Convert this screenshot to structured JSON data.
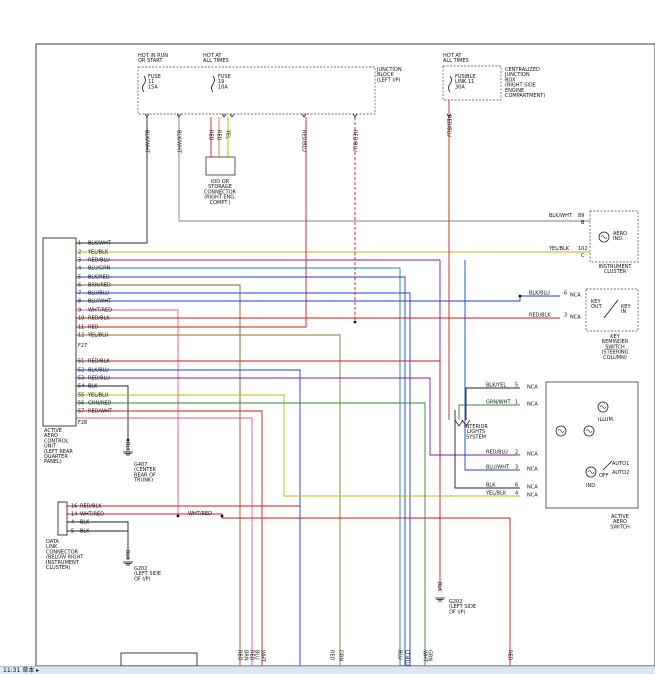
{
  "colors": {
    "black": "#222222",
    "red": "#d11a1a",
    "orange": "#e07a1a",
    "yellow": "#c9b400",
    "blue": "#1a3fd1",
    "purple": "#7a1fa8",
    "green": "#2f8a2f",
    "brown": "#8a5a2b",
    "pink": "#e05a9a",
    "teal": "#1a8a8a",
    "grey": "#808080",
    "olive": "#8a7a1a"
  },
  "top_left": {
    "hot_run_line1": "HOT IN RUN",
    "hot_run_line2": "OR START",
    "hot_at_line1": "HOT AT",
    "hot_at_line2": "ALL TIMES",
    "fuse11": [
      "FUSE",
      "11",
      "15A"
    ],
    "fuse19": [
      "FUSE",
      "19",
      "10A"
    ],
    "junction_block": [
      "JUNCTION",
      "BLOCK",
      "(LEFT I/P)"
    ]
  },
  "top_right": {
    "hot_at_line1": "HOT AT",
    "hot_at_line2": "ALL TIMES",
    "fusible_link": [
      "FUSIBLE",
      "LINK 11",
      "30A"
    ],
    "centralized_box": [
      "CENTRALIZED",
      "JUNCTION",
      "BOX",
      "(RIGHT SIDE",
      "ENGINE",
      "COMPARTMENT)"
    ]
  },
  "top_wire_labels": [
    "BLK/WHT",
    "BLK/WHT",
    "RED",
    "RED",
    "YEL",
    "RED/BLU",
    "RED/BLU",
    "RED/BLU"
  ],
  "iod_connector": [
    "IOD OR",
    "STORAGE",
    "CONNECTOR",
    "(RIGHT ENG.",
    "COMPT.)"
  ],
  "control_unit": {
    "label": [
      "ACTIVE",
      "AERO",
      "CONTROL",
      "UNIT",
      "(LEFT REAR",
      "QUARTER",
      "PANEL)"
    ],
    "conn_f27": "F27",
    "conn_f28": "F28",
    "f27_pins": [
      {
        "pin": "1",
        "wire": "BLK/WHT"
      },
      {
        "pin": "2",
        "wire": "YEL/BLK"
      },
      {
        "pin": "3",
        "wire": "RED/BLU"
      },
      {
        "pin": "4",
        "wire": "BLU/GRN"
      },
      {
        "pin": "5",
        "wire": "BLK/RED"
      },
      {
        "pin": "6",
        "wire": "BRN/RED"
      },
      {
        "pin": "7",
        "wire": "BLU/BLU"
      },
      {
        "pin": "8",
        "wire": "BLU/WHT"
      },
      {
        "pin": "9",
        "wire": "WHT/RED"
      },
      {
        "pin": "10",
        "wire": "RED/BLK"
      },
      {
        "pin": "11",
        "wire": "RED"
      },
      {
        "pin": "12",
        "wire": "YEL/BLU"
      }
    ],
    "f28_pins": [
      {
        "pin": "51",
        "wire": "RED/BLK"
      },
      {
        "pin": "52",
        "wire": "BLK/BLU"
      },
      {
        "pin": "53",
        "wire": "RED/BLU"
      },
      {
        "pin": "54",
        "wire": "BLK"
      },
      {
        "pin": "55",
        "wire": "YEL/BLU"
      },
      {
        "pin": "56",
        "wire": "GRN/RED"
      },
      {
        "pin": "57",
        "wire": "RED/WHT"
      }
    ]
  },
  "ground_g407": {
    "wire": "BLK",
    "label": [
      "G407",
      "(CENTER",
      "REAR OF",
      "TRUNK)"
    ]
  },
  "instrument_cluster": {
    "label": [
      "INSTRUMENT",
      "CLUSTER"
    ],
    "aero_ind": [
      "AERO",
      "IND."
    ],
    "rows": [
      {
        "wire": "BLK/WHT",
        "pin": "89",
        "letter": "B"
      },
      {
        "wire": "YEL/BLK",
        "pin": "102",
        "letter": "C"
      }
    ]
  },
  "key_switch": {
    "label": [
      "KEY",
      "REMINDER",
      "SWITCH",
      "(STEERING",
      "COLUMN)"
    ],
    "key_out": [
      "KEY",
      "OUT"
    ],
    "key_in": [
      "KEY",
      "IN"
    ],
    "rows": [
      {
        "wire": "BLK/BLU",
        "pin": "6",
        "nca": "NCA"
      },
      {
        "wire": "RED/BLK",
        "pin": "3",
        "nca": "NCA"
      }
    ]
  },
  "interior_lights": [
    "INTERIOR",
    "LIGHTS",
    "SYSTEM"
  ],
  "aero_switch": {
    "label": [
      "ACTIVE",
      "AERO",
      "SWITCH"
    ],
    "illum": "ILLUM.",
    "ind": "IND.",
    "auto1": "AUTO1",
    "auto2": "AUTO2",
    "off": "OFF",
    "rows": [
      {
        "wire": "BLK/YEL",
        "pin": "5",
        "nca": "NCA"
      },
      {
        "wire": "GRN/WHT",
        "pin": "1",
        "nca": "NCA"
      },
      {
        "wire": "RED/BLU",
        "pin": "2",
        "nca": "NCA"
      },
      {
        "wire": "BLU/WHT",
        "pin": "3",
        "nca": "NCA"
      },
      {
        "wire": "BLK",
        "pin": "6",
        "nca": "NCA"
      },
      {
        "wire": "YEL/BLK",
        "pin": "4",
        "nca": "NCA"
      }
    ]
  },
  "ground_g202_right": {
    "wire": "BLK",
    "label": [
      "G202",
      "(LEFT SIDE",
      "OF I/P)"
    ]
  },
  "dlc": {
    "label": [
      "DATA",
      "LINK",
      "CONNECTOR",
      "(BELOW RIGHT",
      "INSTRUMENT",
      "CLUSTER)"
    ],
    "splice_label": "WHT/RED",
    "pins": [
      {
        "pin": "16",
        "wire": "RED/BLK"
      },
      {
        "pin": "14",
        "wire": "WHT/RED"
      },
      {
        "pin": "4",
        "wire": "BLK"
      },
      {
        "pin": "5",
        "wire": "BLK"
      }
    ]
  },
  "ground_g202_left": {
    "wire": "BLK",
    "label": [
      "G202",
      "(LEFT SIDE",
      "OF I/P)"
    ]
  },
  "bottom_labels": [
    "RED",
    "BRN",
    "RED",
    "BLU",
    "WHT",
    "RED",
    "GRN",
    "BLU",
    "LT.BLU",
    "WHT",
    "GRN",
    "RED"
  ],
  "taskbar": {
    "text": "11:31 草本  ▸"
  }
}
